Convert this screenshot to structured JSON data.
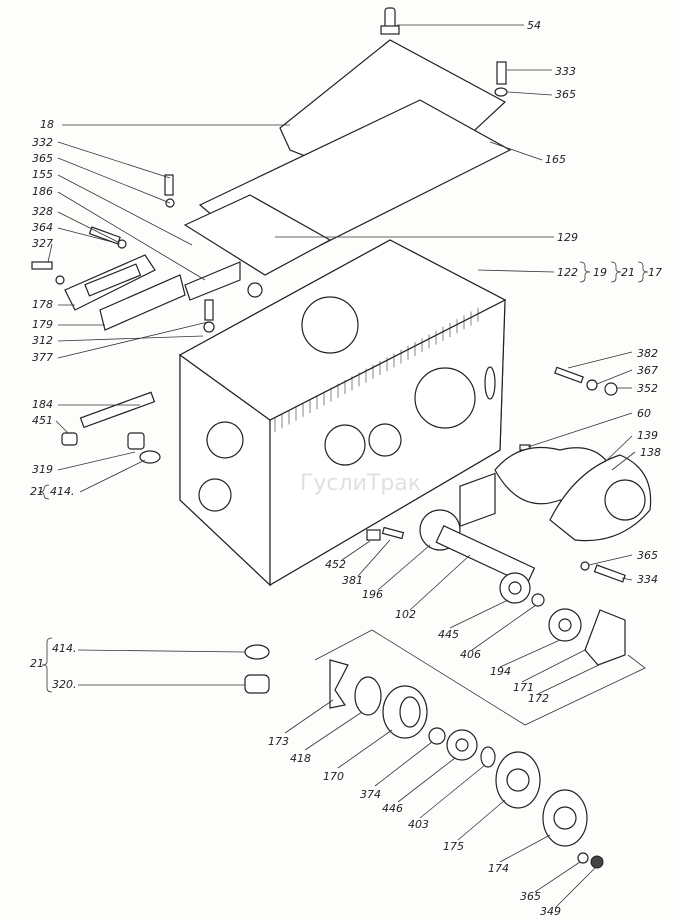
{
  "diagram": {
    "labels": [
      "54",
      "333",
      "365",
      "18",
      "332",
      "365",
      "155",
      "186",
      "165",
      "328",
      "364",
      "327",
      "129",
      "122",
      "178",
      "179",
      "312",
      "377",
      "184",
      "451",
      "319",
      "21",
      "414.",
      "382",
      "367",
      "352",
      "60",
      "139",
      "138",
      "365",
      "334",
      "452",
      "381",
      "196",
      "102",
      "445",
      "406",
      "194",
      "171",
      "172",
      "21",
      "414.",
      "320.",
      "173",
      "418",
      "170",
      "374",
      "446",
      "403",
      "175",
      "174",
      "365",
      "349"
    ],
    "group_labels": [
      "19",
      "21",
      "17"
    ],
    "watermark": "ГуслиТрак"
  }
}
